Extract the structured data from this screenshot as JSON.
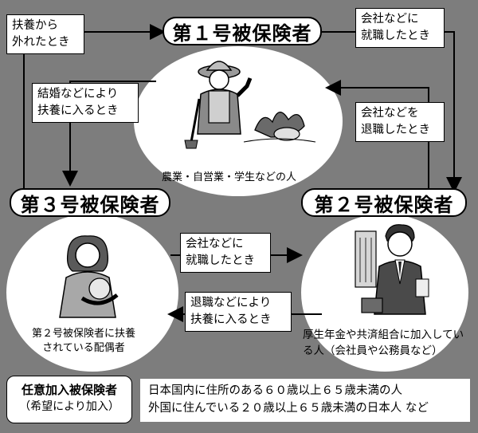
{
  "categories": {
    "first": {
      "title": "第１号被保険者",
      "caption": "農業・自営業・学生などの人",
      "icon": "farmer-icon"
    },
    "second": {
      "title": "第２号被保険者",
      "caption_lines": [
        "厚生年金や共済組合に加入してい",
        "る人（会社員や公務員など）"
      ],
      "icon": "office-worker-icon"
    },
    "third": {
      "title": "第３号被保険者",
      "caption_lines": [
        "第２号被保険者に扶養",
        "されている配偶者"
      ],
      "icon": "mother-with-baby-icon"
    }
  },
  "transitions": {
    "leave_dependency": [
      "扶養から",
      "外れたとき"
    ],
    "join_company_1": [
      "会社などに",
      "就職したとき"
    ],
    "marriage_dependency": [
      "結婚などにより",
      "扶養に入るとき"
    ],
    "leave_company": [
      "会社などを",
      "退職したとき"
    ],
    "join_company_3": [
      "会社などに",
      "就職したとき"
    ],
    "retire_dependency": [
      "退職などにより",
      "扶養に入るとき"
    ]
  },
  "optional": {
    "title": "任意加入被保険者",
    "subtitle": "（希望により加入）",
    "lines": [
      "日本国内に住所のある６０歳以上６５歳未満の人",
      "外国に住んでいる２０歳以上６５歳未満の日本人 など"
    ]
  },
  "colors": {
    "background": "#7d7d7d",
    "box": "#ffffff",
    "line": "#000000"
  }
}
